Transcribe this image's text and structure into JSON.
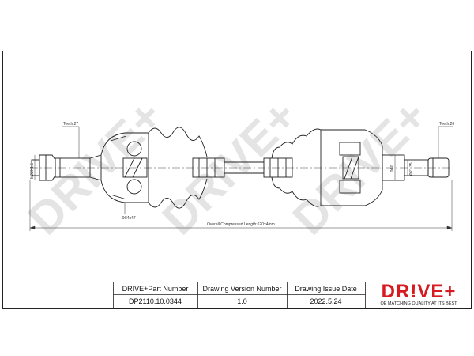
{
  "dimensions": {
    "teeth_left": "Teeth:27",
    "teeth_right": "Teeth:26",
    "thread_left": "M22X1.5",
    "diameter_inner_left": "Φ84x47",
    "diameter_mid_right": "Φ40",
    "diameter_right": "Φ21.35",
    "overall_length": "Overall Compressed Length:620±4mm"
  },
  "watermark": {
    "text": "DRIVE+"
  },
  "title_block": {
    "headers": [
      "DRIVE+Part Number",
      "Drawing Version Number",
      "Drawing Issue Date"
    ],
    "values": [
      "DP2110.10.0344",
      "1.0",
      "2022.5.24"
    ]
  },
  "logo": {
    "word": "DR!VE+",
    "tagline": "OE MATCHING QUALITY AT ITS BEST"
  },
  "colors": {
    "line": "#222222",
    "watermark": "#e3e3e3",
    "brand": "#d71920"
  }
}
